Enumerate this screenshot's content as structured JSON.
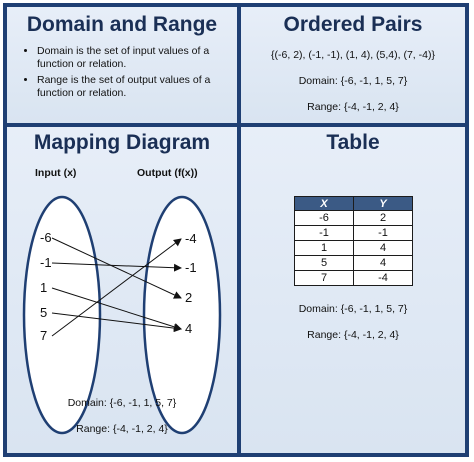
{
  "domain_range": {
    "title": "Domain and Range",
    "bullets": [
      "Domain is the set of input values of a function or relation.",
      "Range is the set of output values of a function or relation."
    ]
  },
  "ordered_pairs": {
    "title": "Ordered Pairs",
    "pairs": "{(-6, 2), (-1, -1), (1, 4), (5,4), (7, -4)}",
    "domain": "Domain: {-6, -1, 1, 5, 7}",
    "range": "Range: {-4, -1, 2, 4}"
  },
  "mapping": {
    "title": "Mapping Diagram",
    "input_label": "Input (x)",
    "output_label": "Output (f(x))",
    "inputs": [
      "-6",
      "-1",
      "1",
      "5",
      "7"
    ],
    "outputs": [
      "-4",
      "-1",
      "2",
      "4"
    ],
    "arrows": [
      [
        "-6",
        "2"
      ],
      [
        "-1",
        "-1"
      ],
      [
        "1",
        "4"
      ],
      [
        "5",
        "4"
      ],
      [
        "7",
        "-4"
      ]
    ],
    "domain": "Domain: {-6, -1, 1, 5, 7}",
    "range": "Range: {-4, -1, 2, 4}"
  },
  "table": {
    "title": "Table",
    "headers": [
      "X",
      "Y"
    ],
    "rows": [
      [
        "-6",
        "2"
      ],
      [
        "-1",
        "-1"
      ],
      [
        "1",
        "4"
      ],
      [
        "5",
        "4"
      ],
      [
        "7",
        "-4"
      ]
    ],
    "domain": "Domain: {-6, -1, 1, 5, 7}",
    "range": "Range: {-4, -1, 2, 4}"
  },
  "colors": {
    "border": "#1f3f73",
    "title": "#1a2f55",
    "table_header": "#3b5a85"
  }
}
